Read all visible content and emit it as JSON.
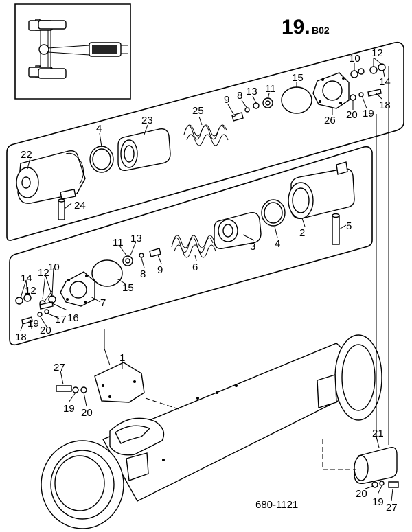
{
  "section": {
    "number": "19.",
    "code": "B02"
  },
  "drawing_number": "680-1121",
  "callouts": {
    "c1": "1",
    "c2": "2",
    "c3": "3",
    "c4_top": "4",
    "c4_mid": "4",
    "c5": "5",
    "c6": "6",
    "c7": "7",
    "c8_top": "8",
    "c8_bot": "8",
    "c9_top": "9",
    "c9_bot": "9",
    "c10_top": "10",
    "c10_bot": "10",
    "c11_top": "11",
    "c11_bot": "11",
    "c12_top": "12",
    "c12_left_a": "12",
    "c12_left_b": "12",
    "c13_top": "13",
    "c13_bot": "13",
    "c14_top": "14",
    "c14_bot": "14",
    "c15_top": "15",
    "c15_bot": "15",
    "c16": "16",
    "c17": "17",
    "c18_top": "18",
    "c18_bot": "18",
    "c19_top": "19",
    "c19_bot": "19",
    "c19_mid": "19",
    "c19_br": "19",
    "c20_top": "20",
    "c20_bot": "20",
    "c20_mid": "20",
    "c20_br": "20",
    "c21": "21",
    "c22": "22",
    "c23": "23",
    "c24": "24",
    "c25": "25",
    "c26": "26",
    "c27_left": "27",
    "c27_br": "27"
  }
}
